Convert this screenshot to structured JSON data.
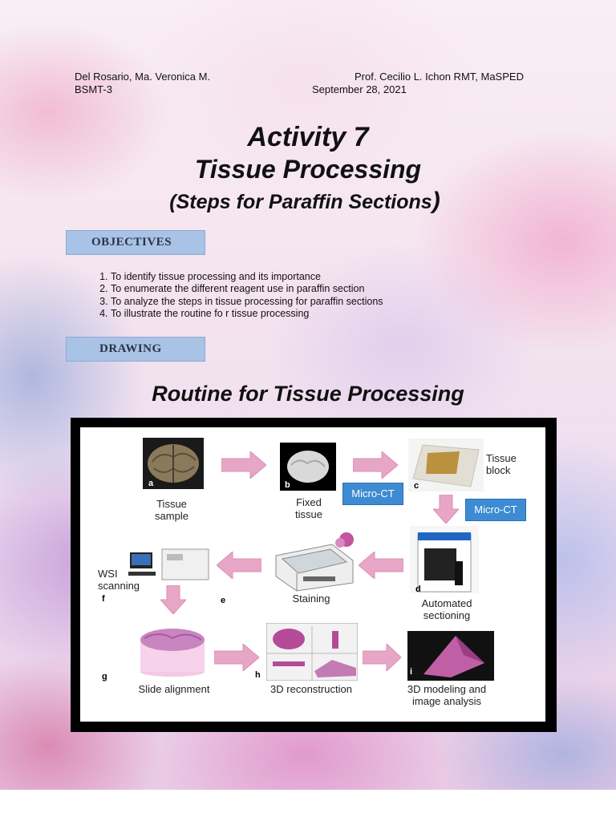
{
  "header": {
    "student_name": "Del Rosario, Ma. Veronica M.",
    "section": "BSMT-3",
    "professor": "Prof. Cecilio L. Ichon RMT, MaSPED",
    "date": "September 28, 2021"
  },
  "title": {
    "line1": "Activity 7",
    "line2": "Tissue Processing",
    "line3": "(Steps for Paraffin Sections",
    "line3_close": ")"
  },
  "objectives": {
    "label": "OBJECTIVES",
    "items": [
      "To identify tissue processing  and its importance",
      "To enumerate the different reagent use in paraffin section",
      "To analyze the steps in tissue processing for paraffin sections",
      "To illustrate the routine fo r tissue processing"
    ]
  },
  "drawing": {
    "label": "DRAWING",
    "heading": "Routine for Tissue Processing"
  },
  "figure": {
    "steps": {
      "a": "Tissue\nsample",
      "b": "Fixed\ntissue",
      "c": "Tissue\nblock",
      "d": "Automated\nsectioning",
      "e": "Staining",
      "f": "WSI\nscanning",
      "g": "Slide alignment",
      "h": "3D reconstruction",
      "i": "3D modeling and\nimage analysis"
    },
    "letters": [
      "a",
      "b",
      "c",
      "d",
      "e",
      "f",
      "g",
      "h",
      "i"
    ],
    "microct_label_1": "Micro-CT",
    "microct_label_2": "Micro-CT"
  },
  "colors": {
    "label_box": "#a8c3e6",
    "arrow_pink": "#e8a6c6",
    "microct_blue": "#3d8bd3"
  }
}
